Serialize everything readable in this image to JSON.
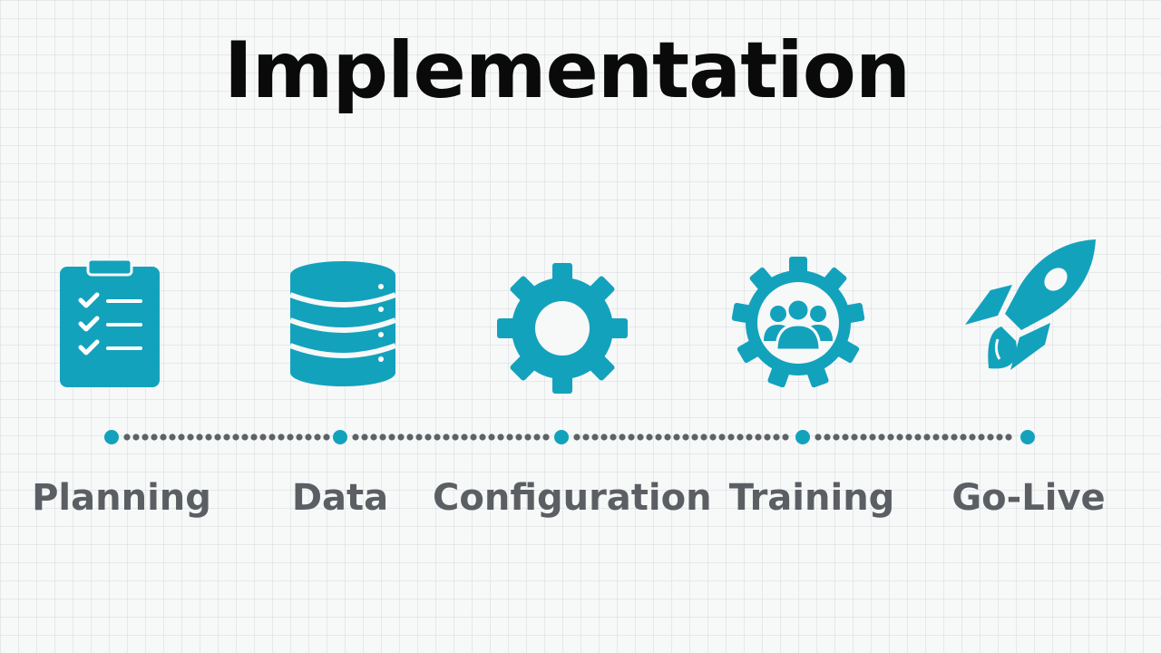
{
  "title": "Implementation",
  "accent_color": "#13a2bc",
  "dot_color": "#5d6266",
  "label_color": "#5b5f63",
  "stages": [
    {
      "label": "Planning",
      "icon": "clipboard-checklist-icon"
    },
    {
      "label": "Data",
      "icon": "database-icon"
    },
    {
      "label": "Configuration",
      "icon": "gear-icon"
    },
    {
      "label": "Training",
      "icon": "team-gear-icon"
    },
    {
      "label": "Go-Live",
      "icon": "rocket-icon"
    }
  ]
}
